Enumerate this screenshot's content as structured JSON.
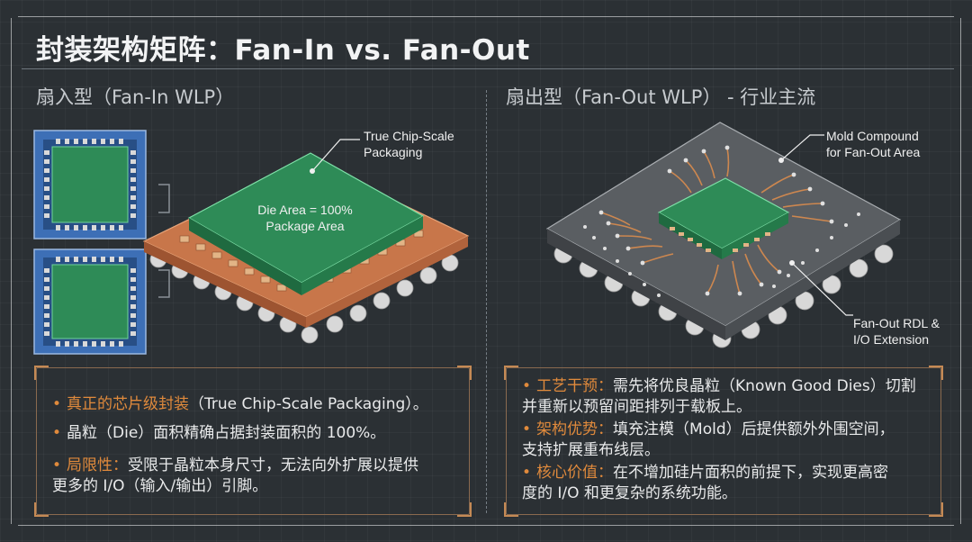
{
  "title": "封装架构矩阵：Fan-In vs. Fan-Out",
  "left": {
    "heading": "扇入型（Fan-In WLP）",
    "callout_top": [
      "True Chip-Scale",
      "Packaging"
    ],
    "die_label": [
      "Die Area = 100%",
      "Package Area"
    ],
    "bullets": [
      {
        "highlight": "真正的芯片级封装",
        "text": "（True Chip-Scale Packaging）。"
      },
      {
        "highlight": "",
        "text": "晶粒（Die）面积精确占据封装面积的 100%。"
      },
      {
        "highlight": "局限性：",
        "text": "受限于晶粒本身尺寸，无法向外扩展以提供",
        "text2": "更多的 I/O（输入/输出）引脚。"
      }
    ]
  },
  "right": {
    "heading": "扇出型（Fan-Out WLP） - 行业主流",
    "callout_top": [
      "Mold Compound",
      "for Fan-Out Area"
    ],
    "callout_bottom": [
      "Fan-Out RDL &",
      "I/O Extension"
    ],
    "bullets": [
      {
        "highlight": "工艺干预：",
        "text": "需先将优良晶粒（Known Good Dies）切割",
        "text2": "并重新以预留间距排列于载板上。"
      },
      {
        "highlight": "架构优势：",
        "text": "填充注模（Mold）后提供额外外围空间，",
        "text2": "支持扩展重布线层。"
      },
      {
        "highlight": "核心价值：",
        "text": "在不增加硅片面积的前提下，实现更高密",
        "text2": "度的 I/O 和更复杂的系统功能。"
      }
    ]
  },
  "colors": {
    "background": "#2b3034",
    "accent_orange": "#e08a3c",
    "die_green": "#2e8b57",
    "copper": "#c8764a",
    "substrate_blue": "#3d6fb6",
    "mold_gray": "#5a5e62"
  },
  "icons": [
    "chip-top-view-icon",
    "fan-in-package-icon",
    "fan-out-package-icon",
    "solder-ball-icon"
  ]
}
